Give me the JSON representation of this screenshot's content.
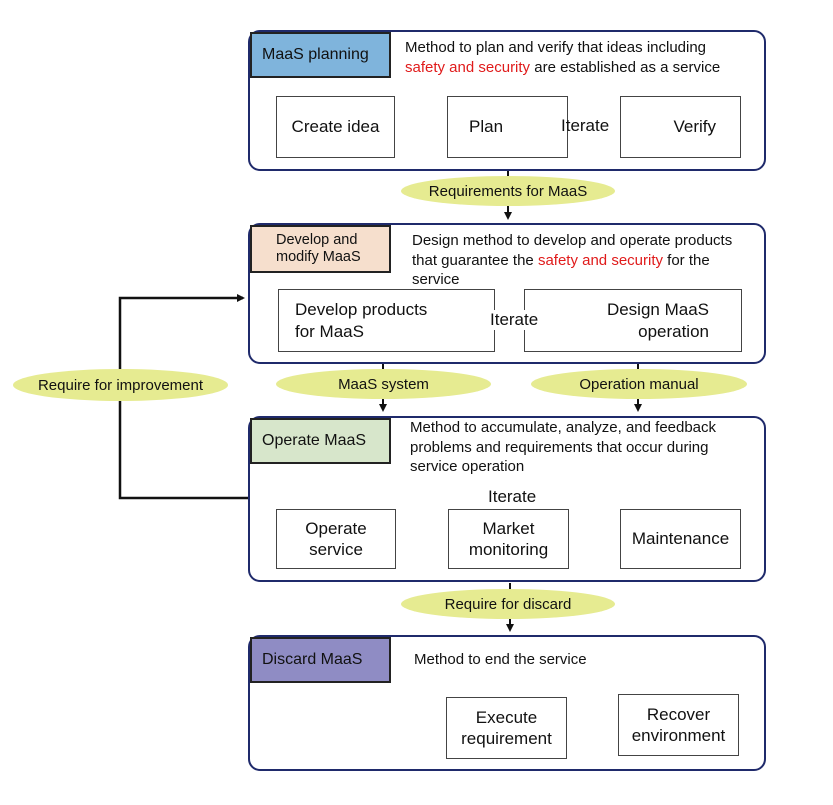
{
  "stages": {
    "planning": {
      "title": "MaaS planning",
      "desc_line1": "Method to plan and verify that ideas including",
      "desc_red": "safety and security",
      "desc_rest": " are established as a service",
      "boxes": [
        "Create idea",
        "Plan",
        "Verify"
      ],
      "iterate": "Iterate"
    },
    "develop": {
      "title_line1": "Develop and",
      "title_line2": "modify MaaS",
      "desc_line1": "Design method to develop and operate products",
      "desc_pre": "that guarantee the ",
      "desc_red": "safety and security",
      "desc_post": " for the",
      "desc_line3": "service",
      "box_left_line1": "Develop products",
      "box_left_line2": "for MaaS",
      "box_right_line1": "Design MaaS",
      "box_right_line2": "operation",
      "iterate": "Iterate"
    },
    "operate": {
      "title": "Operate MaaS",
      "desc_line1": "Method to accumulate, analyze, and feedback",
      "desc_line2": "problems and requirements that occur during",
      "desc_line3": "service operation",
      "box1_line1": "Operate",
      "box1_line2": "service",
      "box2_line1": "Market",
      "box2_line2": "monitoring",
      "box3": "Maintenance",
      "iterate": "Iterate"
    },
    "discard": {
      "title": "Discard MaaS",
      "desc": "Method to end the service",
      "box1_line1": "Execute",
      "box1_line2": "requirement",
      "box2_line1": "Recover",
      "box2_line2": "environment"
    }
  },
  "connectors": {
    "requirements": "Requirements for MaaS",
    "system": "MaaS system",
    "manual": "Operation manual",
    "discard": "Require for discard",
    "improvement": "Require for improvement"
  },
  "colors": {
    "panel_border": "#1f2a6b",
    "iterate_ring": "#3a6a9a",
    "connector_fill": "#e6eb91",
    "highlight": "#e01b1b",
    "planning_tag": "#7fb4dc",
    "develop_tag": "#f6dfcd",
    "operate_tag": "#d7e6cb",
    "discard_tag": "#8f8cc4"
  }
}
